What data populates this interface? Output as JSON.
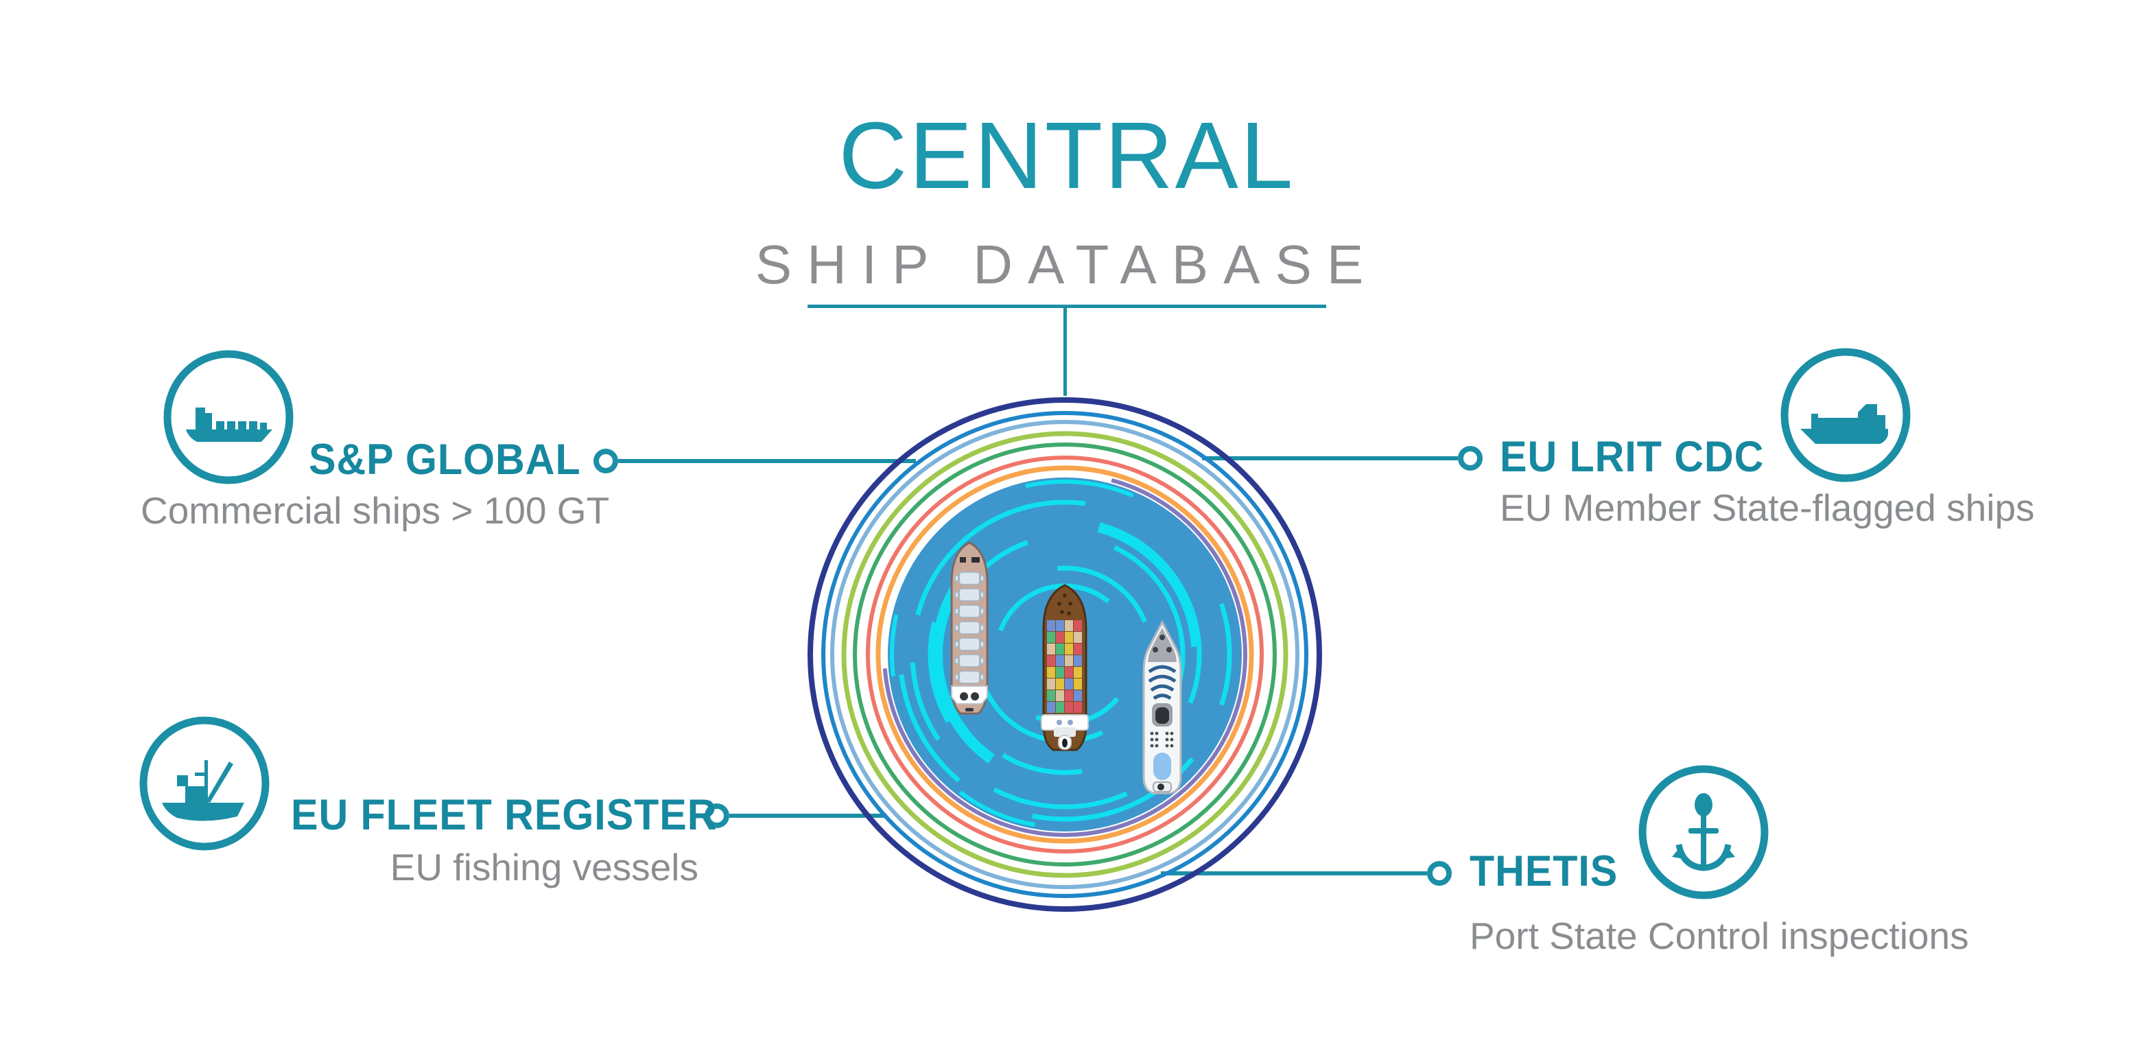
{
  "page_title": {
    "main": "CENTRAL",
    "sub": "SHIP DATABASE"
  },
  "callouts": {
    "sp_global": {
      "label": "S&P GLOBAL",
      "description": "Commercial ships > 100 GT",
      "icon": "cargo-ship-icon"
    },
    "eu_lrit_cdc": {
      "label": "EU LRIT CDC",
      "description": "EU Member State-flagged ships",
      "icon": "ferry-ship-icon"
    },
    "eu_fleet_register": {
      "label": "EU FLEET REGISTER",
      "description": "EU fishing vessels",
      "icon": "fishing-boat-icon"
    },
    "thetis": {
      "label": "THETIS",
      "description": "Port State Control inspections",
      "icon": "anchor-icon"
    }
  },
  "central_illustration": {
    "ships": [
      "bulk-carrier-top-view",
      "container-ship-top-view",
      "yacht-top-view"
    ]
  },
  "colors": {
    "accent_teal": "#1b8fa6",
    "title_teal": "#1d98ad",
    "subtitle_gray": "#8c8e91",
    "ring_navy": "#2b3990",
    "ring_blue": "#1e85c8",
    "ring_steel_blue": "#7fb3da",
    "ring_yellow_green": "#a0c84e",
    "ring_green": "#3fa96c",
    "ring_salmon": "#f0756a",
    "ring_orange": "#f8a54d",
    "ring_purple": "#8279bd",
    "sea_disc_blue": "#3d97cc",
    "tech_arc_cyan": "#0fdff1"
  }
}
